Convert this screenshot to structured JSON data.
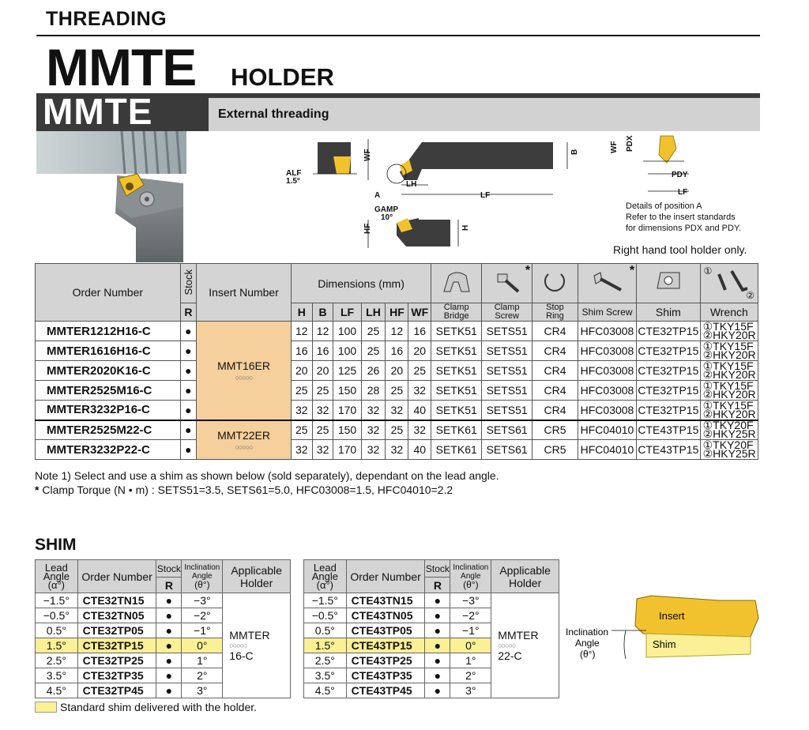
{
  "header": {
    "section": "THREADING",
    "product": "MMTE",
    "product_suffix": "HOLDER",
    "band_label": "MMTE",
    "subtitle": "External threading"
  },
  "diagram": {
    "labels": {
      "alf": "ALF",
      "alf_value": "1.5°",
      "wf": "WF",
      "a": "A",
      "lh": "LH",
      "lf": "LF",
      "b": "B",
      "gamp": "GAMP",
      "gamp_value": "10°",
      "hf": "HF",
      "h": "H",
      "pdx": "PDX",
      "pdy": "PDY"
    },
    "notes": [
      "Details of position A",
      "Refer to the insert standards",
      "for dimensions PDX and PDY."
    ],
    "right_hand_note": "Right hand tool holder only."
  },
  "main_table": {
    "headers": {
      "order_number": "Order Number",
      "stock": "Stock",
      "stock_sub": "R",
      "insert_number": "Insert Number",
      "dimensions": "Dimensions (mm)",
      "dims": [
        "H",
        "B",
        "LF",
        "LH",
        "HF",
        "WF"
      ],
      "clamp_bridge": [
        "Clamp",
        "Bridge"
      ],
      "clamp_screw": [
        "Clamp",
        "Screw"
      ],
      "stop_ring": [
        "Stop",
        "Ring"
      ],
      "shim_screw": "Shim Screw",
      "shim": "Shim",
      "wrench": "Wrench",
      "star": "*",
      "wrench_mark1": "①",
      "wrench_mark2": "②"
    },
    "inserts": {
      "g1": "MMT16ER",
      "g2": "MMT22ER",
      "circles": "○○○○○"
    },
    "rows": [
      {
        "order": "MMTER1212H16-C",
        "stock": "●",
        "H": "12",
        "B": "12",
        "LF": "100",
        "LH": "25",
        "HF": "12",
        "WF": "16",
        "bridge": "SETK51",
        "screw": "SETS51",
        "ring": "CR4",
        "shimscrew": "HFC03008",
        "shim": "CTE32TP15",
        "w1": "①TKY15F",
        "w2": "②HKY20R"
      },
      {
        "order": "MMTER1616H16-C",
        "stock": "●",
        "H": "16",
        "B": "16",
        "LF": "100",
        "LH": "25",
        "HF": "16",
        "WF": "20",
        "bridge": "SETK51",
        "screw": "SETS51",
        "ring": "CR4",
        "shimscrew": "HFC03008",
        "shim": "CTE32TP15",
        "w1": "①TKY15F",
        "w2": "②HKY20R"
      },
      {
        "order": "MMTER2020K16-C",
        "stock": "●",
        "H": "20",
        "B": "20",
        "LF": "125",
        "LH": "26",
        "HF": "20",
        "WF": "25",
        "bridge": "SETK51",
        "screw": "SETS51",
        "ring": "CR4",
        "shimscrew": "HFC03008",
        "shim": "CTE32TP15",
        "w1": "①TKY15F",
        "w2": "②HKY20R"
      },
      {
        "order": "MMTER2525M16-C",
        "stock": "●",
        "H": "25",
        "B": "25",
        "LF": "150",
        "LH": "28",
        "HF": "25",
        "WF": "32",
        "bridge": "SETK51",
        "screw": "SETS51",
        "ring": "CR4",
        "shimscrew": "HFC03008",
        "shim": "CTE32TP15",
        "w1": "①TKY15F",
        "w2": "②HKY20R"
      },
      {
        "order": "MMTER3232P16-C",
        "stock": "●",
        "H": "32",
        "B": "32",
        "LF": "170",
        "LH": "32",
        "HF": "32",
        "WF": "40",
        "bridge": "SETK51",
        "screw": "SETS51",
        "ring": "CR4",
        "shimscrew": "HFC03008",
        "shim": "CTE32TP15",
        "w1": "①TKY15F",
        "w2": "②HKY20R"
      },
      {
        "order": "MMTER2525M22-C",
        "stock": "●",
        "H": "25",
        "B": "25",
        "LF": "150",
        "LH": "32",
        "HF": "25",
        "WF": "32",
        "bridge": "SETK61",
        "screw": "SETS61",
        "ring": "CR5",
        "shimscrew": "HFC04010",
        "shim": "CTE43TP15",
        "w1": "①TKY20F",
        "w2": "②HKY25R"
      },
      {
        "order": "MMTER3232P22-C",
        "stock": "●",
        "H": "32",
        "B": "32",
        "LF": "170",
        "LH": "32",
        "HF": "32",
        "WF": "40",
        "bridge": "SETK61",
        "screw": "SETS61",
        "ring": "CR5",
        "shimscrew": "HFC04010",
        "shim": "CTE43TP15",
        "w1": "①TKY20F",
        "w2": "②HKY25R"
      }
    ]
  },
  "notes": {
    "note1": "Note 1) Select and use a shim as shown below (sold separately), dependant on the lead angle.",
    "torque": "Clamp Torque (N • m) : SETS51=3.5, SETS61=5.0, HFC03008=1.5, HFC04010=2.2",
    "torque_star": "*"
  },
  "shim": {
    "title": "SHIM",
    "headers": {
      "lead_angle": [
        "Lead",
        "Angle",
        "(α°)"
      ],
      "order_number": "Order Number",
      "stock": "Stock",
      "stock_sub": "R",
      "inclination": [
        "Inclination",
        "Angle",
        "(θ°)"
      ],
      "holder": [
        "Applicable",
        "Holder"
      ]
    },
    "left": {
      "holder": [
        "MMTER",
        "○○○○○",
        "16-C"
      ],
      "rows": [
        {
          "lead": "−1.5°",
          "order": "CTE32TN15",
          "stock": "●",
          "incl": "−3°"
        },
        {
          "lead": "−0.5°",
          "order": "CTE32TN05",
          "stock": "●",
          "incl": "−2°"
        },
        {
          "lead": "0.5°",
          "order": "CTE32TP05",
          "stock": "●",
          "incl": "−1°"
        },
        {
          "lead": "1.5°",
          "order": "CTE32TP15",
          "stock": "●",
          "incl": "0°"
        },
        {
          "lead": "2.5°",
          "order": "CTE32TP25",
          "stock": "●",
          "incl": "1°"
        },
        {
          "lead": "3.5°",
          "order": "CTE32TP35",
          "stock": "●",
          "incl": "2°"
        },
        {
          "lead": "4.5°",
          "order": "CTE32TP45",
          "stock": "●",
          "incl": "3°"
        }
      ]
    },
    "right": {
      "holder": [
        "MMTER",
        "○○○○○",
        "22-C"
      ],
      "rows": [
        {
          "lead": "−1.5°",
          "order": "CTE43TN15",
          "stock": "●",
          "incl": "−3°"
        },
        {
          "lead": "−0.5°",
          "order": "CTE43TN05",
          "stock": "●",
          "incl": "−2°"
        },
        {
          "lead": "0.5°",
          "order": "CTE43TP05",
          "stock": "●",
          "incl": "−1°"
        },
        {
          "lead": "1.5°",
          "order": "CTE43TP15",
          "stock": "●",
          "incl": "0°"
        },
        {
          "lead": "2.5°",
          "order": "CTE43TP25",
          "stock": "●",
          "incl": "1°"
        },
        {
          "lead": "3.5°",
          "order": "CTE43TP35",
          "stock": "●",
          "incl": "2°"
        },
        {
          "lead": "4.5°",
          "order": "CTE43TP45",
          "stock": "●",
          "incl": "3°"
        }
      ]
    },
    "legend": "Standard shim delivered with the holder.",
    "diagram": {
      "insert": "Insert",
      "shim": "Shim",
      "inclination": [
        "Inclination",
        "Angle",
        "(θ°)"
      ]
    }
  },
  "colors": {
    "insert_cell": "#f5cf9c",
    "highlight": "#fbf096",
    "band_dark": "#3a3a3a",
    "header_gray": "#d4d4d4",
    "insert_gold": "#f2c22e"
  }
}
